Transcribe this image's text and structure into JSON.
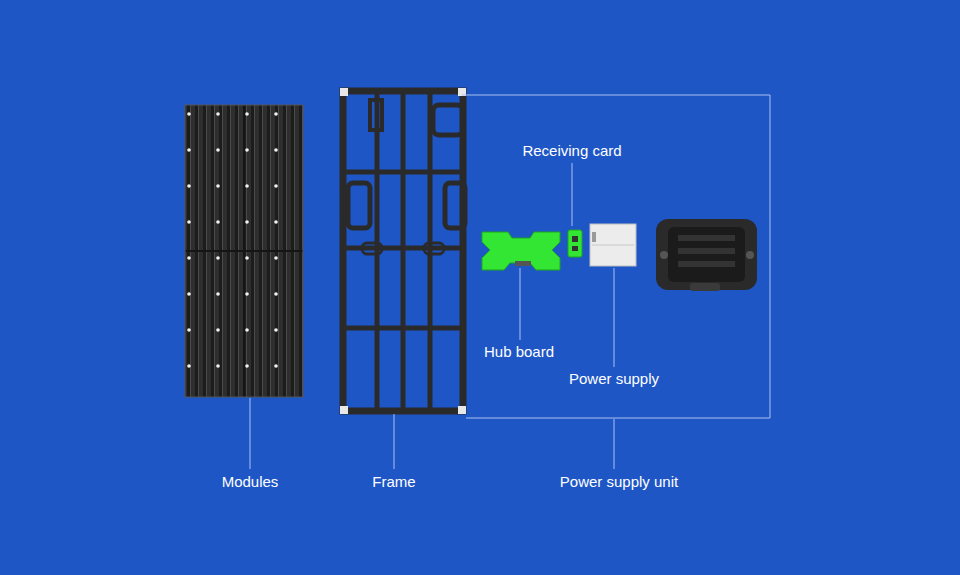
{
  "diagram": {
    "labels": [
      "Receiving card",
      "Hub board",
      "Power supply",
      "Modules",
      "Frame",
      "Power supply unit"
    ]
  }
}
